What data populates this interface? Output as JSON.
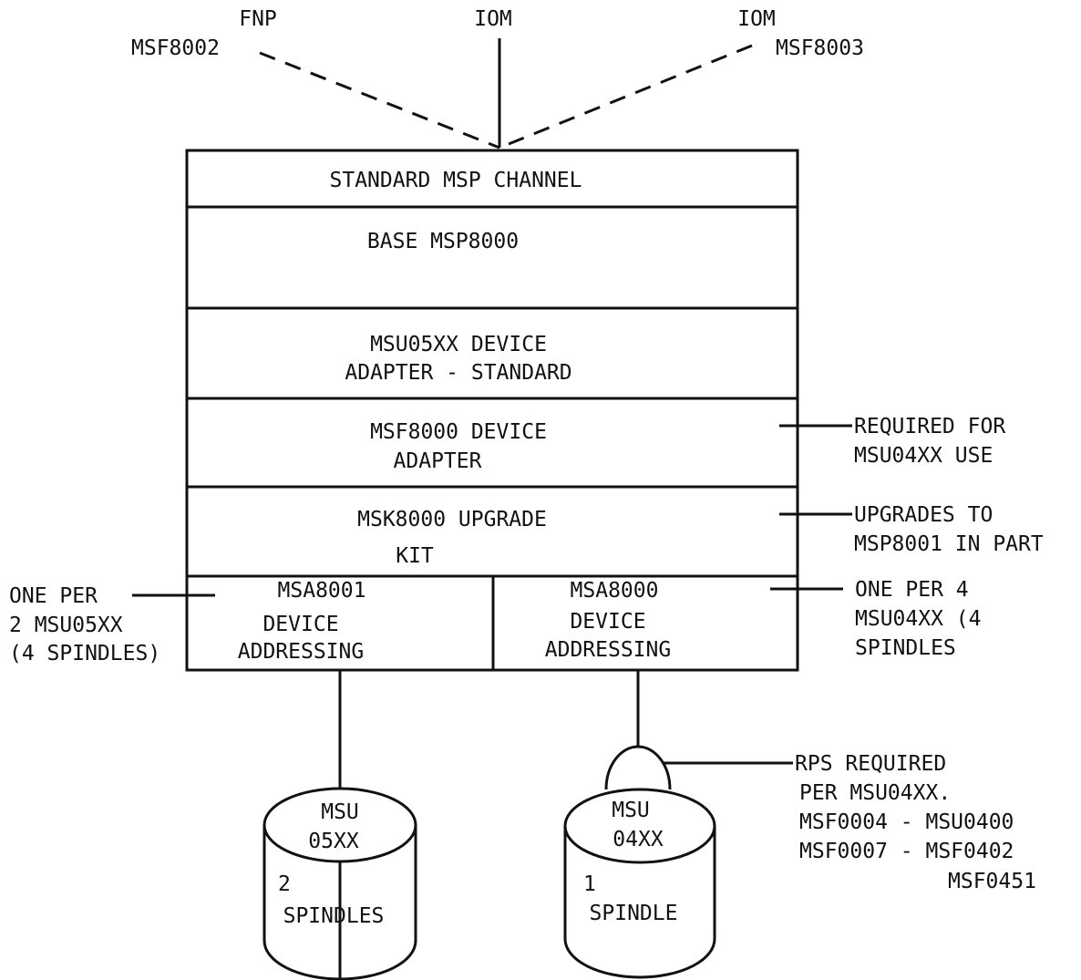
{
  "inputs": {
    "fnp_label": "FNP",
    "fnp_id": "MSF8002",
    "iom_center": "IOM",
    "iom_right": "IOM",
    "iom_right_id": "MSF8003"
  },
  "stack": {
    "channel": "STANDARD MSP CHANNEL",
    "base": "BASE MSP8000",
    "msu05_line1": "MSU05XX DEVICE",
    "msu05_line2": "ADAPTER - STANDARD",
    "msf8000_line1": "MSF8000 DEVICE",
    "msf8000_line2": "ADAPTER",
    "msk_line1": "MSK8000 UPGRADE",
    "msk_line2": "KIT",
    "msa8001_line1": "MSA8001",
    "msa8001_line2": "DEVICE",
    "msa8001_line3": "ADDRESSING",
    "msa8000_line1": "MSA8000",
    "msa8000_line2": "DEVICE",
    "msa8000_line3": "ADDRESSING"
  },
  "notes": {
    "required_line1": "REQUIRED FOR",
    "required_line2": "MSU04XX USE",
    "upgrades_line1": "UPGRADES TO",
    "upgrades_line2": "MSP8001 IN PART",
    "left_line1": "ONE PER",
    "left_line2": "2  MSU05XX",
    "left_line3": "(4 SPINDLES)",
    "right_line1": "ONE PER 4",
    "right_line2": "MSU04XX (4",
    "right_line3": "SPINDLES",
    "rps_line1": "RPS REQUIRED",
    "rps_line2": "PER MSU04XX.",
    "rps_line3": "MSF0004 - MSU0400",
    "rps_line4": "MSF0007 - MSF0402",
    "rps_line5": "MSF0451"
  },
  "drives": {
    "left_line1": "MSU",
    "left_line2": "05XX",
    "left_count": "2",
    "left_unit": "SPINDLES",
    "right_line1": "MSU",
    "right_line2": "04XX",
    "right_count": "1",
    "right_unit": "SPINDLE"
  }
}
